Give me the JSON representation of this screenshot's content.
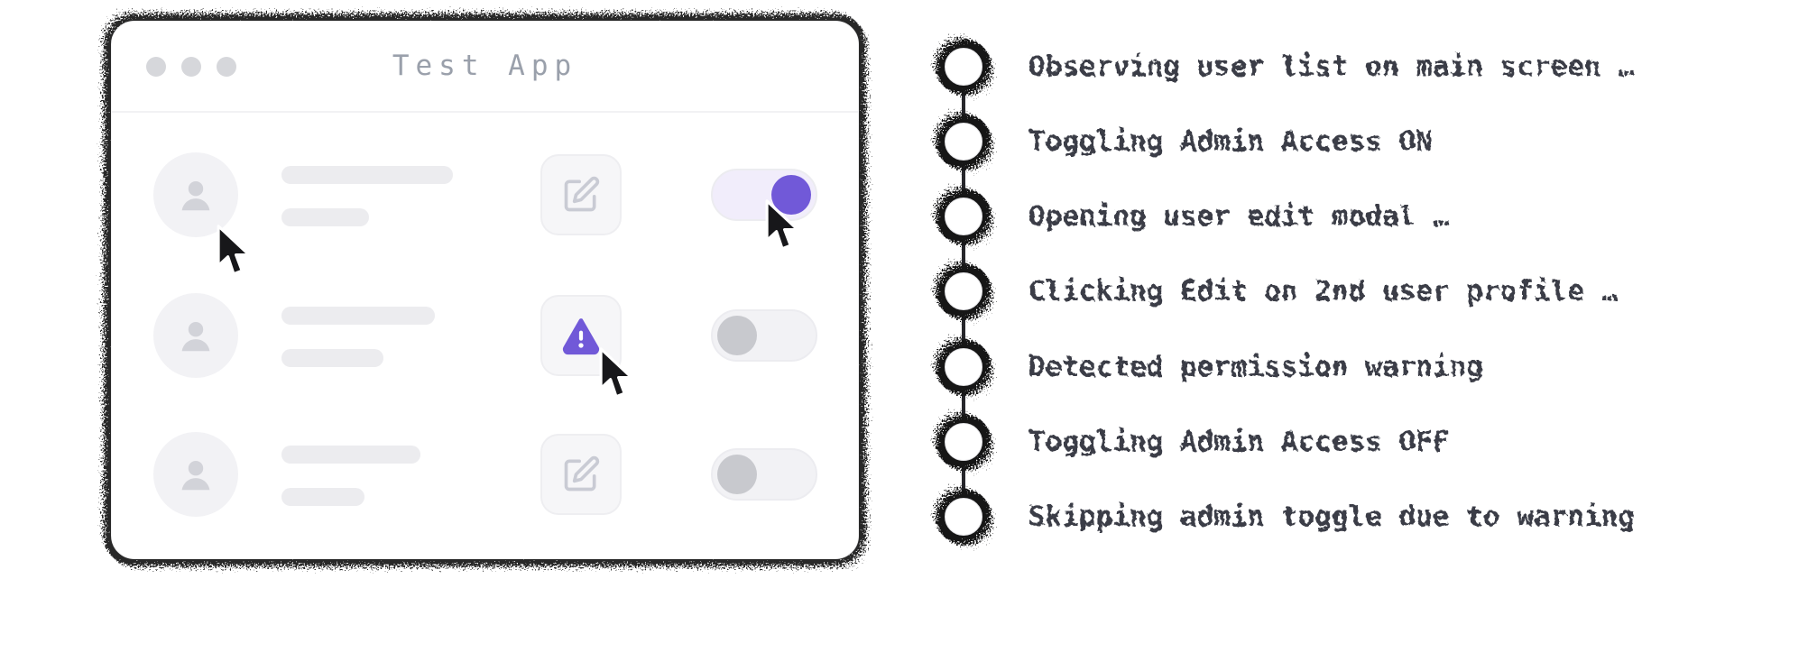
{
  "window": {
    "title": "Test App",
    "rows": [
      {
        "avatar_icon": "user-icon",
        "action_icon": "edit-icon",
        "toggle_state": "on"
      },
      {
        "avatar_icon": "user-icon",
        "action_icon": "warning-icon",
        "toggle_state": "off"
      },
      {
        "avatar_icon": "user-icon",
        "action_icon": "edit-icon",
        "toggle_state": "off"
      }
    ]
  },
  "timeline": {
    "items": [
      {
        "label": "Observing user list on main screen …"
      },
      {
        "label": "Toggling Admin Access ON"
      },
      {
        "label": "Opening user edit modal …"
      },
      {
        "label": "Clicking Edit on 2nd user profile …"
      },
      {
        "label": "Detected permission warning"
      },
      {
        "label": "Toggling Admin Access OFF"
      },
      {
        "label": "Skipping admin toggle due to warning"
      }
    ]
  },
  "colors": {
    "accent_purple": "#7159d8",
    "toggle_off_knob": "#c8c9ce",
    "skeleton_bar": "#ececef",
    "timeline_text": "#3a3d46",
    "title_text": "#9aa0ab"
  }
}
